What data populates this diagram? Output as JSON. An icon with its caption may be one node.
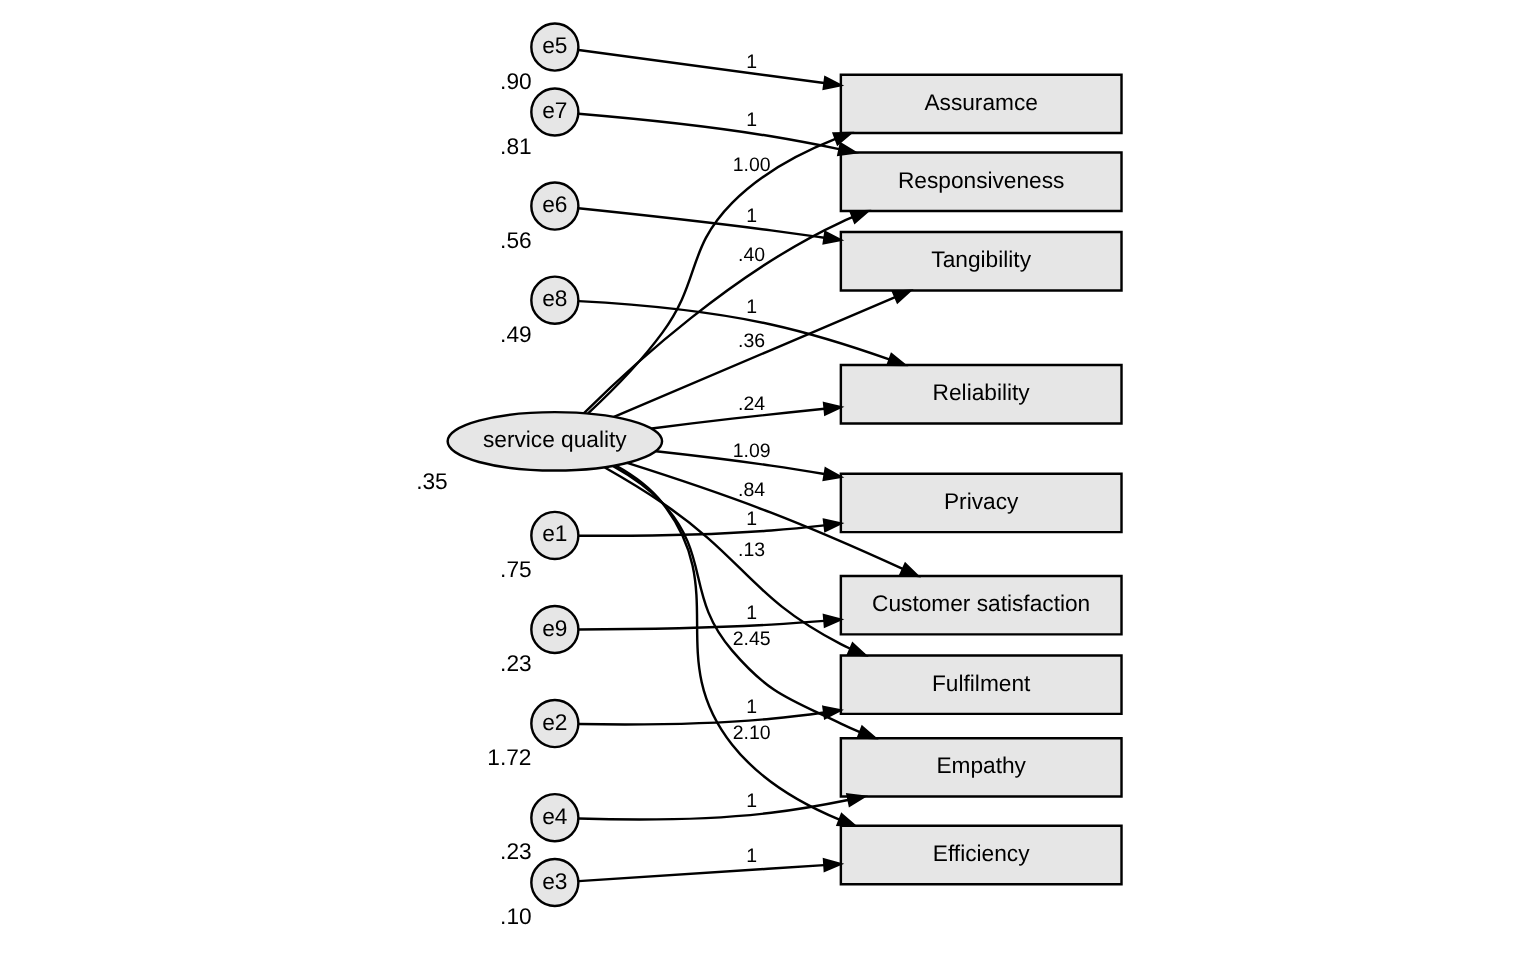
{
  "diagram": {
    "nodes": [
      {
        "text": [
          "e8"
        ],
        "beside": [
          ".49"
        ]
      },
      {
        "text": [
          "e7"
        ],
        "beside": [
          ".81"
        ]
      },
      {
        "text": [
          "e6"
        ],
        "beside": [
          ".56"
        ]
      },
      {
        "text": [
          "e5"
        ],
        "beside": [
          ".90"
        ]
      },
      {
        "text": [
          "e4"
        ],
        "beside": [
          ".23"
        ]
      },
      {
        "text": [
          "e3"
        ],
        "beside": [
          ".10"
        ]
      },
      {
        "text": [
          "e2"
        ],
        "beside": [
          "1.72"
        ]
      },
      {
        "text": [
          "e1"
        ],
        "beside": [
          ".75"
        ]
      },
      {
        "text": [
          "Reliability"
        ]
      },
      {
        "text": [
          "Responsiveness"
        ]
      },
      {
        "text": [
          "Tangibility"
        ]
      },
      {
        "text": [
          "Assuramce"
        ]
      },
      {
        "text": [
          "Empathy"
        ]
      },
      {
        "text": [
          "Efficiency"
        ]
      },
      {
        "text": [
          "Fulfilment"
        ]
      },
      {
        "text": [
          "Privacy"
        ]
      },
      {
        "text": [
          "service quality"
        ],
        "beside": [
          ".35"
        ]
      },
      {
        "text": [
          "Customer satisfaction"
        ]
      },
      {
        "text": [
          "e9"
        ],
        "beside": [
          ".23"
        ]
      }
    ],
    "edges": [
      {
        "from": 0,
        "to": 8,
        "arrow": "to",
        "label": "1"
      },
      {
        "from": 1,
        "to": 9,
        "arrow": "to",
        "label": "1"
      },
      {
        "from": 2,
        "to": 10,
        "arrow": "to",
        "label": "1"
      },
      {
        "from": 3,
        "to": 11,
        "arrow": "to",
        "label": "1"
      },
      {
        "from": 4,
        "to": 12,
        "arrow": "to",
        "label": "1"
      },
      {
        "from": 5,
        "to": 13,
        "arrow": "to",
        "label": "1"
      },
      {
        "from": 6,
        "to": 14,
        "arrow": "to",
        "label": "1"
      },
      {
        "from": 7,
        "to": 15,
        "arrow": "to",
        "label": "1"
      },
      {
        "from": 16,
        "to": 8,
        "arrow": "to",
        "label": ".24"
      },
      {
        "from": 16,
        "to": 9,
        "arrow": "to",
        "label": ".40"
      },
      {
        "from": 16,
        "to": 10,
        "arrow": "to",
        "label": ".36"
      },
      {
        "from": 16,
        "to": 11,
        "arrow": "to",
        "label": "1.00"
      },
      {
        "from": 16,
        "to": 12,
        "arrow": "to",
        "label": "2.45"
      },
      {
        "from": 16,
        "to": 13,
        "arrow": "to",
        "label": "2.10"
      },
      {
        "from": 16,
        "to": 14,
        "arrow": "to",
        "label": ".13"
      },
      {
        "from": 16,
        "to": 15,
        "arrow": "to",
        "label": "1.09"
      },
      {
        "from": 16,
        "to": 17,
        "arrow": "to",
        "label": ".84"
      },
      {
        "from": 18,
        "to": 17,
        "arrow": "to",
        "label": "1"
      }
    ]
  }
}
